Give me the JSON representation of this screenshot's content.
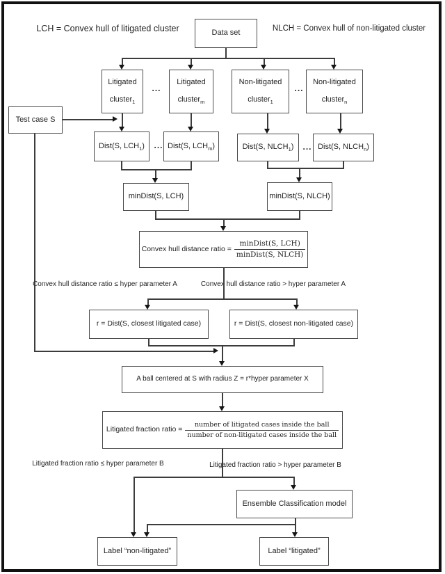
{
  "legend": {
    "lch": "LCH = Convex hull of litigated cluster",
    "nlch": "NLCH = Convex hull of non-litigated cluster"
  },
  "dataset_label": "Data set",
  "test_case_label": "Test case S",
  "ellipsis": "...",
  "clusters": [
    {
      "line1": "Litigated",
      "base": "cluster",
      "sub": "1"
    },
    {
      "line1": "Litigated",
      "base": "cluster",
      "sub": "m"
    },
    {
      "line1": "Non-litigated",
      "base": "cluster",
      "sub": "1"
    },
    {
      "line1": "Non-litigated",
      "base": "cluster",
      "sub": "n"
    }
  ],
  "dist_boxes": [
    {
      "pre": "Dist(S, LCH",
      "sub": "1",
      "post": ")"
    },
    {
      "pre": "Dist(S, LCH",
      "sub": "m",
      "post": ")"
    },
    {
      "pre": "Dist(S, NLCH",
      "sub": "1",
      "post": ")"
    },
    {
      "pre": "Dist(S, NLCH",
      "sub": "n",
      "post": ")"
    }
  ],
  "mindist": {
    "lch": "minDist(S, LCH)",
    "nlch": "minDist(S, NLCH)"
  },
  "hull_ratio": {
    "label": "Convex hull distance ratio =",
    "numerator": "minDist(S, LCH)",
    "denominator": "minDist(S, NLCH)"
  },
  "branch_a": {
    "left": "Convex hull distance ratio ≤ hyper parameter A",
    "right": "Convex hull distance ratio > hyper parameter A"
  },
  "r_boxes": {
    "left": "r = Dist(S, closest litigated case)",
    "right": "r = Dist(S, closest non-litigated case)"
  },
  "ball_box": "A ball centered at S with radius Z = r*hyper parameter X",
  "fraction_ratio": {
    "label": "Litigated fraction ratio =",
    "numerator": "number of litigated cases inside the ball",
    "denominator": "number of non-litigated cases inside the ball"
  },
  "branch_b": {
    "left": "Litigated fraction ratio ≤ hyper parameter B",
    "right": "Litigated fraction ratio > hyper parameter B"
  },
  "ensemble_label": "Ensemble Classification model",
  "final_labels": {
    "non_litigated": "Label “non-litigated”",
    "litigated": "Label “litigated”"
  },
  "colors": {
    "line": "#3c3c3c",
    "box_border": "#4a4a4a",
    "frame": "#111111",
    "text": "#222222",
    "background": "#ffffff"
  }
}
